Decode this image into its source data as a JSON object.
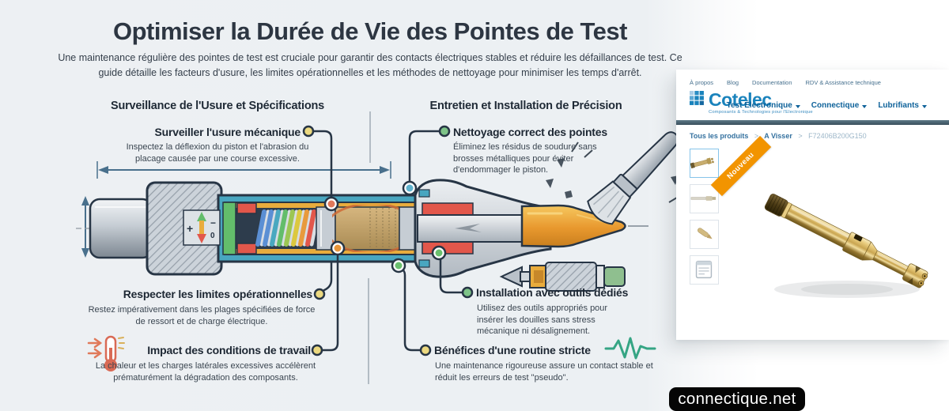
{
  "infographic": {
    "title": "Optimiser la Durée de Vie des Pointes de Test",
    "subtitle": "Une maintenance régulière des pointes de test est cruciale pour garantir des contacts électriques stables et réduire les défaillances de test. Ce guide détaille les facteurs d'usure, les limites opérationnelles et les méthodes de nettoyage pour minimiser les temps d'arrêt.",
    "left_section": {
      "header": "Surveillance de l'Usure et Spécifications",
      "items": [
        {
          "title": "Surveiller l'usure mécanique",
          "description": "Inspectez la déflexion du piston et l'abrasion du placage causée par une course excessive."
        },
        {
          "title": "Respecter les limites opérationnelles",
          "description": "Restez impérativement dans les plages spécifiées de force de ressort et de charge électrique."
        },
        {
          "title": "Impact des conditions de travail",
          "description": "La chaleur et les charges latérales excessives accélèrent prématurément la dégradation des composants.",
          "icon": "thermometer-icon"
        }
      ]
    },
    "right_section": {
      "header": "Entretien et Installation de Précision",
      "items": [
        {
          "title": "Nettoyage correct des pointes",
          "description": "Éliminez les résidus de soudure sans brosses métalliques pour éviter d'endommager le piston."
        },
        {
          "title": "Installation avec outils dédiés",
          "description": "Utilisez des outils appropriés pour insérer les douilles sans stress mécanique ni désalignement."
        },
        {
          "title": "Bénéfices d'une routine stricte",
          "description": "Une maintenance rigoureuse assure un contact stable et réduit les erreurs de test \"pseudo\".",
          "icon": "heartbeat-icon"
        }
      ]
    }
  },
  "website": {
    "utility_nav": [
      "À propos",
      "Blog",
      "Documentation",
      "RDV & Assistance technique"
    ],
    "brand": {
      "name": "Cotelec",
      "tagline": "Composants & Technologies pour l'Electronique"
    },
    "main_nav": [
      "Test Électronique",
      "Connectique",
      "Lubrifiants"
    ],
    "breadcrumb": [
      "Tous les produits",
      "A Visser",
      "F72406B200G150"
    ],
    "breadcrumb_separator": ">",
    "badge": "Nouveau",
    "thumbnails": [
      "probe-angled-thumbnail",
      "probe-straight-thumbnail",
      "probe-tip-thumbnail",
      "datasheet-thumbnail"
    ]
  },
  "watermark": "connectique.net",
  "colors": {
    "accent_orange": "#f29400",
    "brand_blue": "#1a83bc",
    "probe_teal": "#49a6c0",
    "probe_gold": "#e8982e",
    "probe_red": "#e2574b",
    "probe_green": "#63bd6b",
    "callout_dark": "#273545",
    "background": "#edf0f3",
    "watermark_bg": "#000000"
  }
}
